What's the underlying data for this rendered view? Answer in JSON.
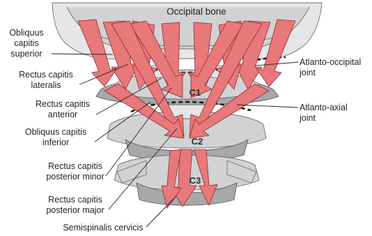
{
  "diagram": {
    "bone_title": "Occipital bone",
    "vertebrae": [
      "C1",
      "C2",
      "C3"
    ],
    "labels_left": [
      {
        "id": "obliquus-superior",
        "lines": [
          "Obliquus",
          "capitis",
          "superior"
        ]
      },
      {
        "id": "rectus-lateralis",
        "lines": [
          "Rectus capitis",
          "lateralis"
        ]
      },
      {
        "id": "rectus-anterior",
        "lines": [
          "Rectus capitis",
          "anterior"
        ]
      },
      {
        "id": "obliquus-inferior",
        "lines": [
          "Obliquus capitis",
          "inferior"
        ]
      },
      {
        "id": "rectus-posterior-minor",
        "lines": [
          "Rectus capitis",
          "posterior minor"
        ]
      },
      {
        "id": "rectus-posterior-major",
        "lines": [
          "Rectus capitis",
          "posterior major"
        ]
      }
    ],
    "labels_bottom": [
      {
        "id": "semispinalis-cervicis",
        "lines": [
          "Semispinalis cervicis"
        ]
      }
    ],
    "labels_right": [
      {
        "id": "atlanto-occipital-joint",
        "lines": [
          "Atlanto-occipital",
          "joint"
        ]
      },
      {
        "id": "atlanto-axial-joint",
        "lines": [
          "Atlanto-axial",
          "joint"
        ]
      }
    ],
    "colors": {
      "muscle": "#e8787a",
      "muscle_outline": "#8a2a30",
      "bone": "#d2d2d2",
      "bone_dark": "#a8a8a8",
      "text": "#231f20"
    }
  }
}
